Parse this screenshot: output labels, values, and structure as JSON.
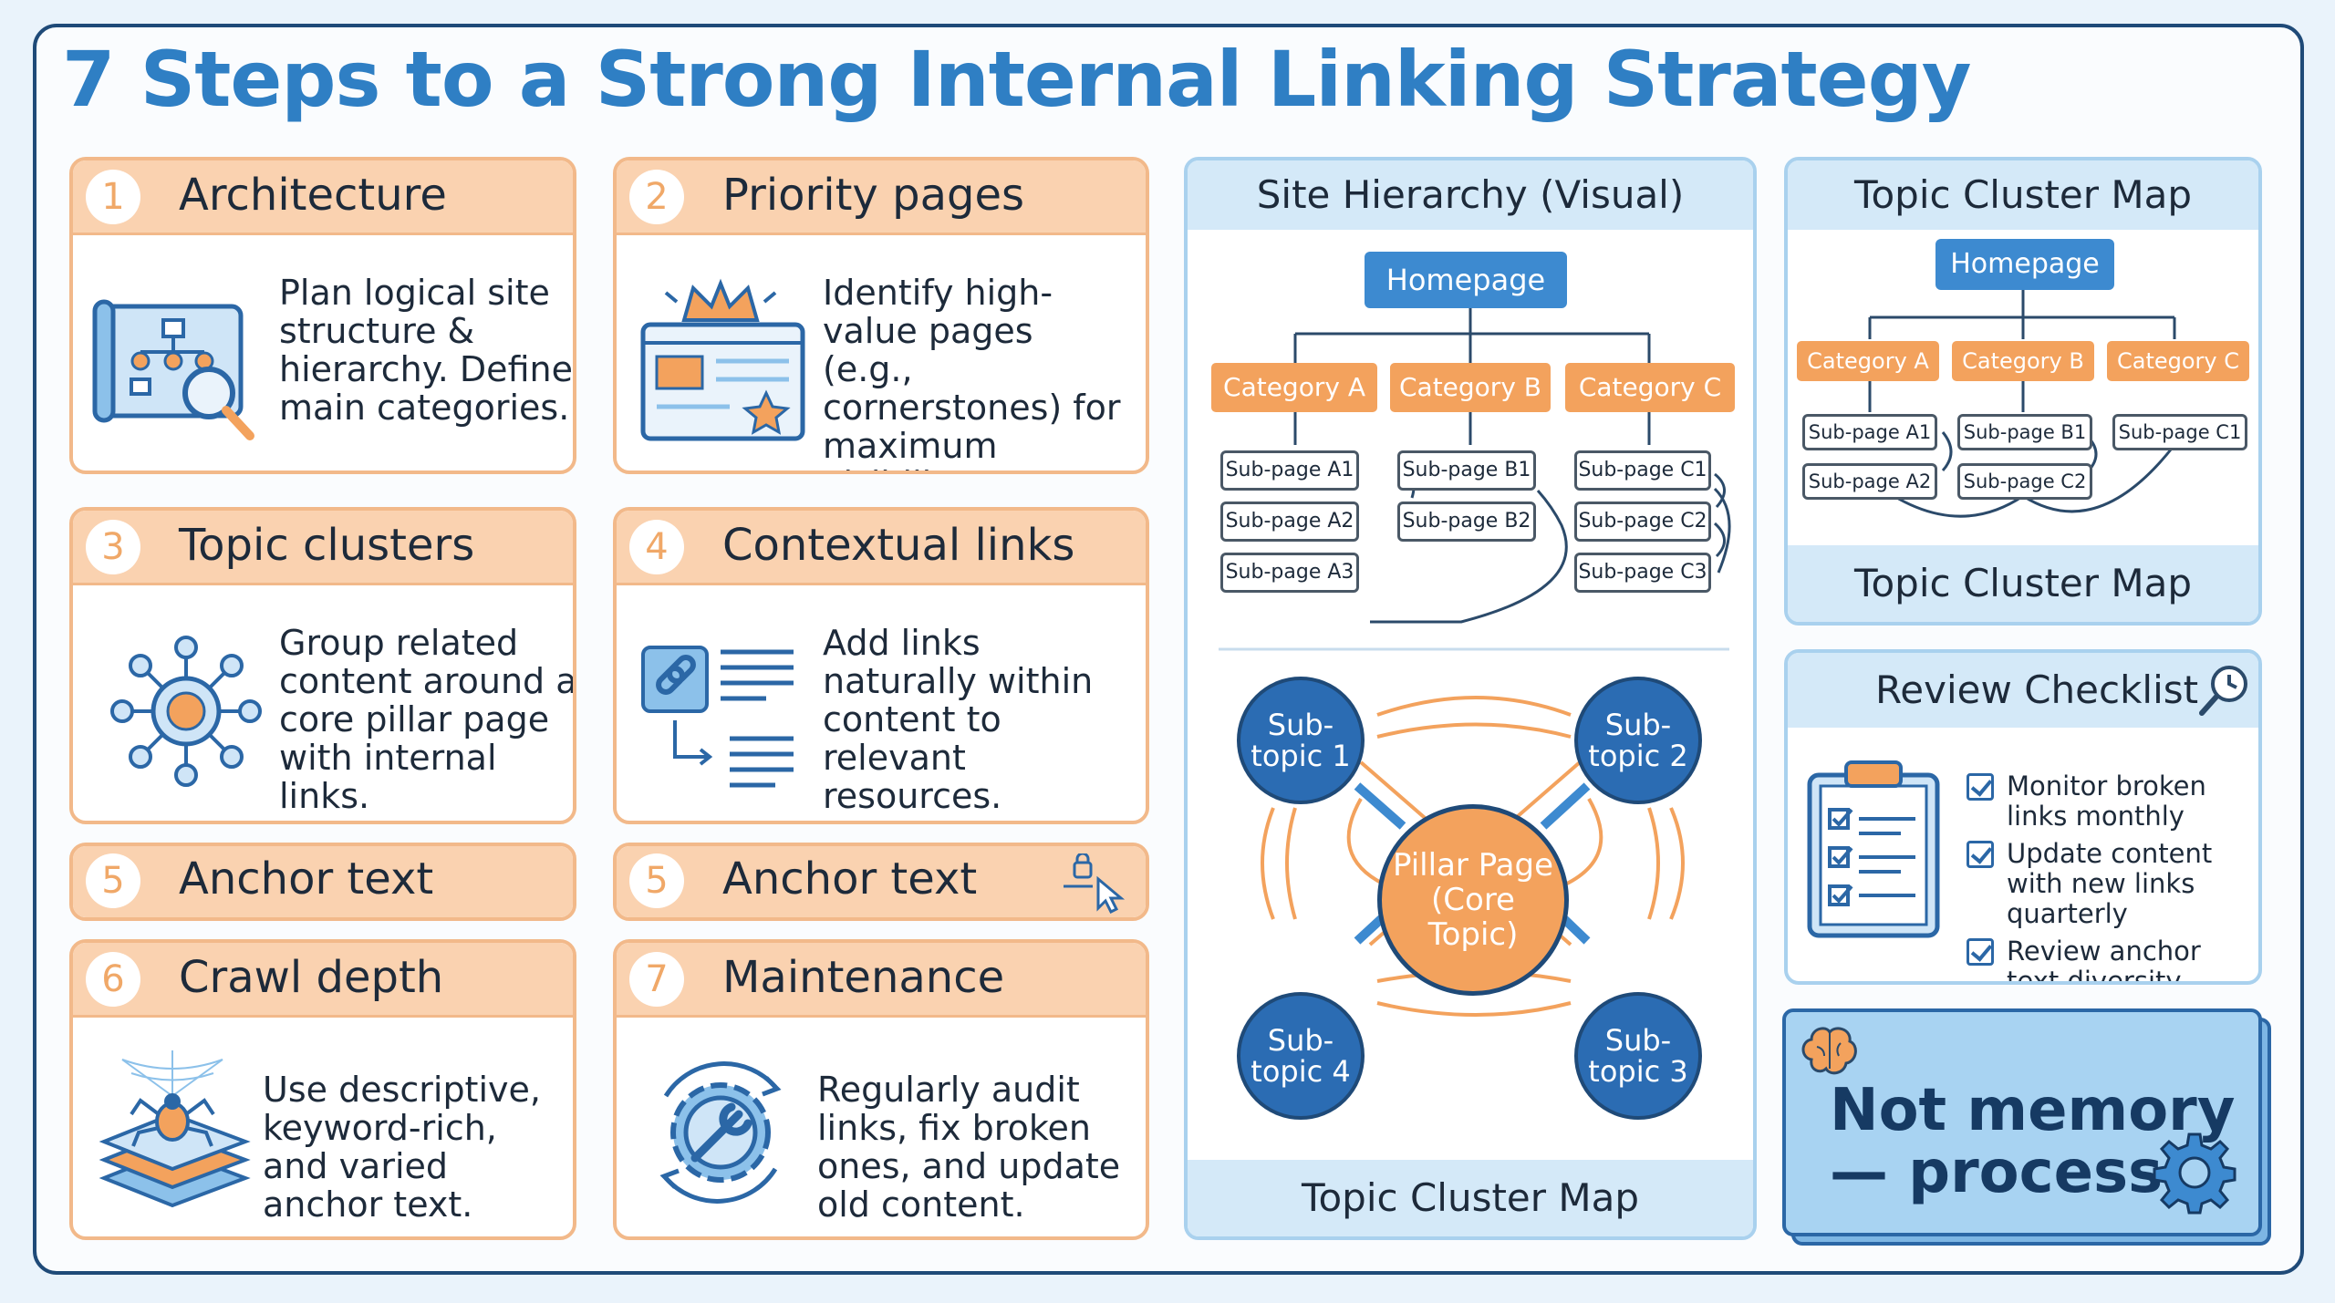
{
  "title": "7 Steps to a Strong Internal Linking Strategy",
  "steps": [
    {
      "num": "1",
      "label": "Architecture",
      "text": "Plan logical site structure & hierarchy. Define main categories.",
      "icon": "blueprint-icon"
    },
    {
      "num": "2",
      "label": "Priority pages",
      "text": "Identify high-value pages (e.g., cornerstones) for maximum visibility.",
      "icon": "crown-page-icon"
    },
    {
      "num": "3",
      "label": "Topic clusters",
      "text": "Group related content around a core pillar page with internal links.",
      "icon": "hub-icon"
    },
    {
      "num": "4",
      "label": "Contextual links",
      "text": "Add links naturally within content to relevant resources.",
      "icon": "link-icon"
    },
    {
      "num": "5",
      "label": "Anchor text",
      "text": "",
      "icon": ""
    },
    {
      "num": "5",
      "label": "Anchor text",
      "text": "",
      "icon": "cursor-lock-icon"
    },
    {
      "num": "6",
      "label": "Crawl depth",
      "text": "Use descriptive, keyword-rich, and varied anchor text.",
      "icon": "spider-icon"
    },
    {
      "num": "7",
      "label": "Maintenance",
      "text": "Regularly audit links, fix broken ones, and update old content.",
      "icon": "gear-wrench-icon"
    }
  ],
  "hierarchy": {
    "title": "Site Hierarchy (Visual)",
    "home": "Homepage",
    "categories": [
      "Category A",
      "Category B",
      "Category C"
    ],
    "subs": [
      [
        "Sub-page A1",
        "Sub-page A2",
        "Sub-page A3"
      ],
      [
        "Sub-page B1",
        "Sub-page B2"
      ],
      [
        "Sub-page C1",
        "Sub-page C2",
        "Sub-page C3"
      ]
    ],
    "pillar_line1": "Pillar Page",
    "pillar_line2": "(Core Topic)",
    "subtopics": [
      {
        "l1": "Sub-",
        "l2": "topic 1"
      },
      {
        "l1": "Sub-",
        "l2": "topic 2"
      },
      {
        "l1": "Sub-",
        "l2": "topic 4"
      },
      {
        "l1": "Sub-",
        "l2": "topic 3"
      }
    ],
    "footer": "Topic Cluster Map"
  },
  "cluster_map": {
    "title": "Topic Cluster Map",
    "home": "Homepage",
    "categories": [
      "Category A",
      "Category B",
      "Category C"
    ],
    "subs": [
      [
        "Sub-page A1",
        "Sub-page A2"
      ],
      [
        "Sub-page B1",
        "Sub-page C2"
      ],
      [
        "Sub-page C1"
      ]
    ],
    "footer": "Topic Cluster Map"
  },
  "checklist": {
    "title": "Review Checklist",
    "items": [
      "Monitor broken links monthly",
      "Update content with new links quarterly",
      "Review anchor text diversity annually"
    ]
  },
  "motto": {
    "line1": "Not memory",
    "line2": "— process."
  },
  "colors": {
    "blue": "#2f7fc4",
    "orange": "#f3a25d",
    "navy": "#1f4a78",
    "peach": "#fad2b0",
    "light_blue": "#d4e9f8"
  }
}
